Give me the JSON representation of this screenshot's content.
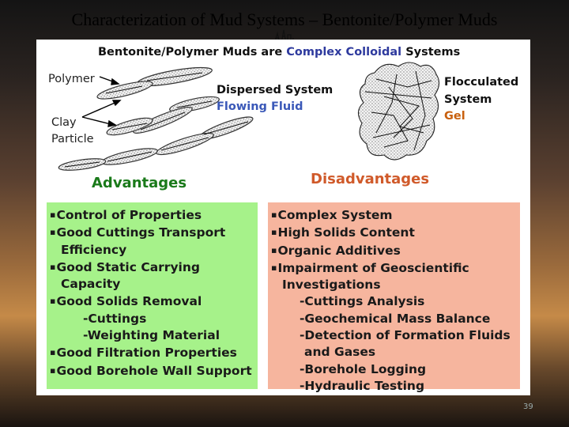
{
  "slide": {
    "title": "Characterization of Mud Systems – Bentonite/Polymer Muds",
    "page_number": "39"
  },
  "figure": {
    "headline_pre": "Bentonite/Polymer Muds are ",
    "headline_accent": "Complex Colloidal",
    "headline_post": " Systems",
    "label_polymer": "Polymer",
    "label_clay": "Clay",
    "label_particle": "Particle",
    "dispersed_title": "Dispersed System",
    "dispersed_sub": "Flowing Fluid",
    "flocculated_line1": "Flocculated",
    "flocculated_line2": "System",
    "flocculated_sub": "Gel"
  },
  "advantages": {
    "heading": "Advantages",
    "lines": [
      "Control of Properties",
      "Good Cuttings Transport",
      "Efficiency",
      "Good Static Carrying",
      "Capacity",
      "Good Solids Removal",
      "-Cuttings",
      "-Weighting Material",
      "Good Filtration Properties",
      "Good Borehole Wall Support"
    ]
  },
  "disadvantages": {
    "heading": "Disadvantages",
    "lines": [
      "Complex System",
      "High Solids Content",
      "Organic Additives",
      "Impairment of Geoscientific",
      "Investigations",
      "-Cuttings Analysis",
      "-Geochemical Mass Balance",
      "-Detection of Formation Fluids",
      "and Gases",
      "-Borehole Logging",
      "-Hydraulic Testing"
    ]
  },
  "colors": {
    "advantages_bg": "#a6f28a",
    "disadvantages_bg": "#f6b59e",
    "accent_blue": "#2e3a9e",
    "flowing_fluid_blue": "#3a58b8",
    "gel_orange": "#c8600e"
  },
  "icons": {
    "title_icon": "tower-sketch-icon",
    "bullet": "square-bullet-icon"
  }
}
